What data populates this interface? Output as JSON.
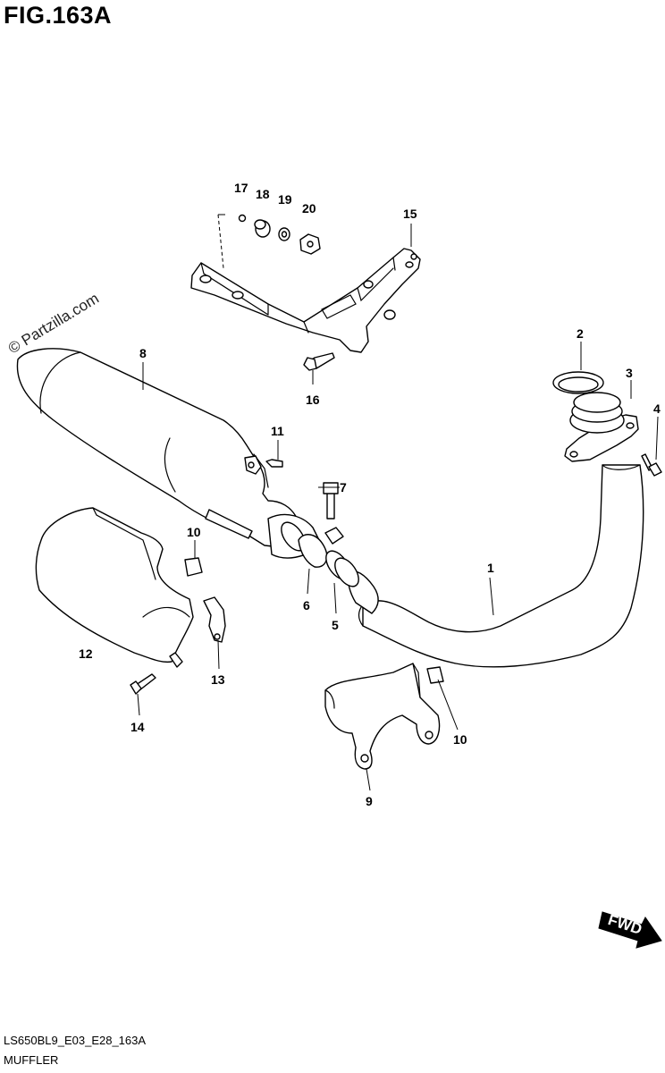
{
  "figure_title": "FIG.163A",
  "watermark": "© Partzilla.com",
  "diagram_code": "LS650BL9_E03_E28_163A",
  "caption": "MUFFLER",
  "fwd_label": "FWD",
  "callouts": {
    "p1": "1",
    "p2": "2",
    "p3": "3",
    "p4": "4",
    "p5": "5",
    "p6": "6",
    "p7": "7",
    "p8": "8",
    "p9": "9",
    "p10a": "10",
    "p10b": "10",
    "p11": "11",
    "p12": "12",
    "p13": "13",
    "p14": "14",
    "p15": "15",
    "p16": "16",
    "p17": "17",
    "p18": "18",
    "p19": "19",
    "p20": "20"
  }
}
